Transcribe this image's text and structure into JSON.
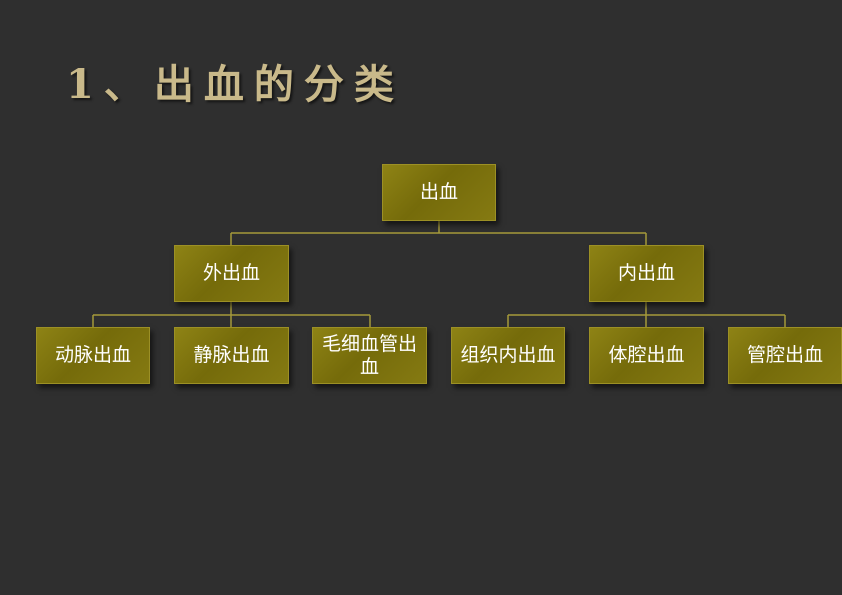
{
  "slide": {
    "title": "1、出血的分类"
  },
  "tree": {
    "root": "出血",
    "external": {
      "label": "外出血",
      "children": [
        "动脉出血",
        "静脉出血",
        "毛细血管出血"
      ]
    },
    "internal": {
      "label": "内出血",
      "children": [
        "组织内出血",
        "体腔出血",
        "管腔出血"
      ]
    }
  },
  "colors": {
    "background": "#2f2f2f",
    "title": "#c9b98a",
    "box_fill": "#7e7410",
    "connector": "#a59a3a",
    "box_text": "#ffffff"
  }
}
